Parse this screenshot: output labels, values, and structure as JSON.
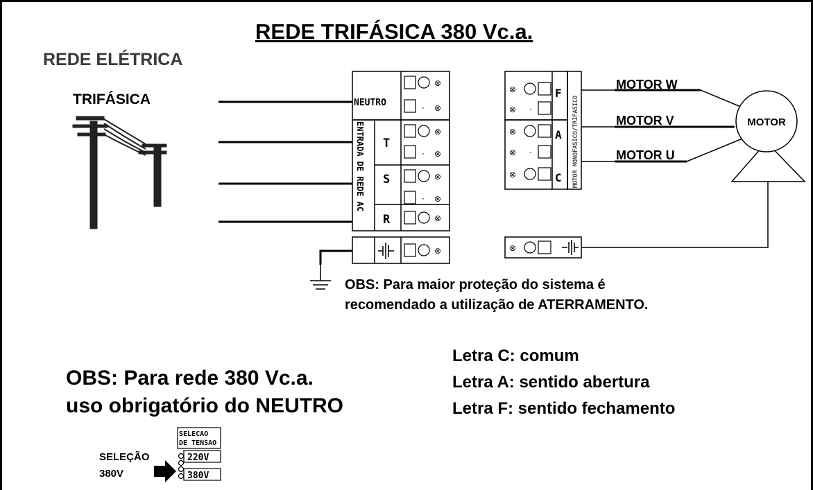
{
  "title": "REDE TRIFÁSICA 380 Vc.a.",
  "network": {
    "label": "REDE ELÉTRICA",
    "type_label": "TRIFÁSICA"
  },
  "input_block": {
    "neutral_label": "NEUTRO",
    "vertical_label": "ENTRADA DE REDE AC",
    "phases": [
      "T",
      "S",
      "R"
    ]
  },
  "motor_block": {
    "vertical_label": "MOTOR MONOFASICO/TRIFASICO",
    "terminals": [
      "F",
      "A",
      "C"
    ]
  },
  "motor_leads": [
    "MOTOR W",
    "MOTOR V",
    "MOTOR U"
  ],
  "motor_label": "MOTOR",
  "ground_note": {
    "line1": "OBS: Para maior proteção do sistema é",
    "line2": "recomendado a utilização de ATERRAMENTO."
  },
  "neutral_note": {
    "line1": "OBS: Para rede 380 Vc.a.",
    "line2": "uso obrigatório do NEUTRO"
  },
  "legend": [
    "Letra C: comum",
    "Letra A: sentido abertura",
    "Letra F: sentido fechamento"
  ],
  "voltage_select": {
    "header_line1": "SELECAO",
    "header_line2": "DE TENSAO",
    "options": [
      "220V",
      "380V"
    ],
    "pointer_line1": "SELEÇÃO",
    "pointer_line2": "380V"
  }
}
